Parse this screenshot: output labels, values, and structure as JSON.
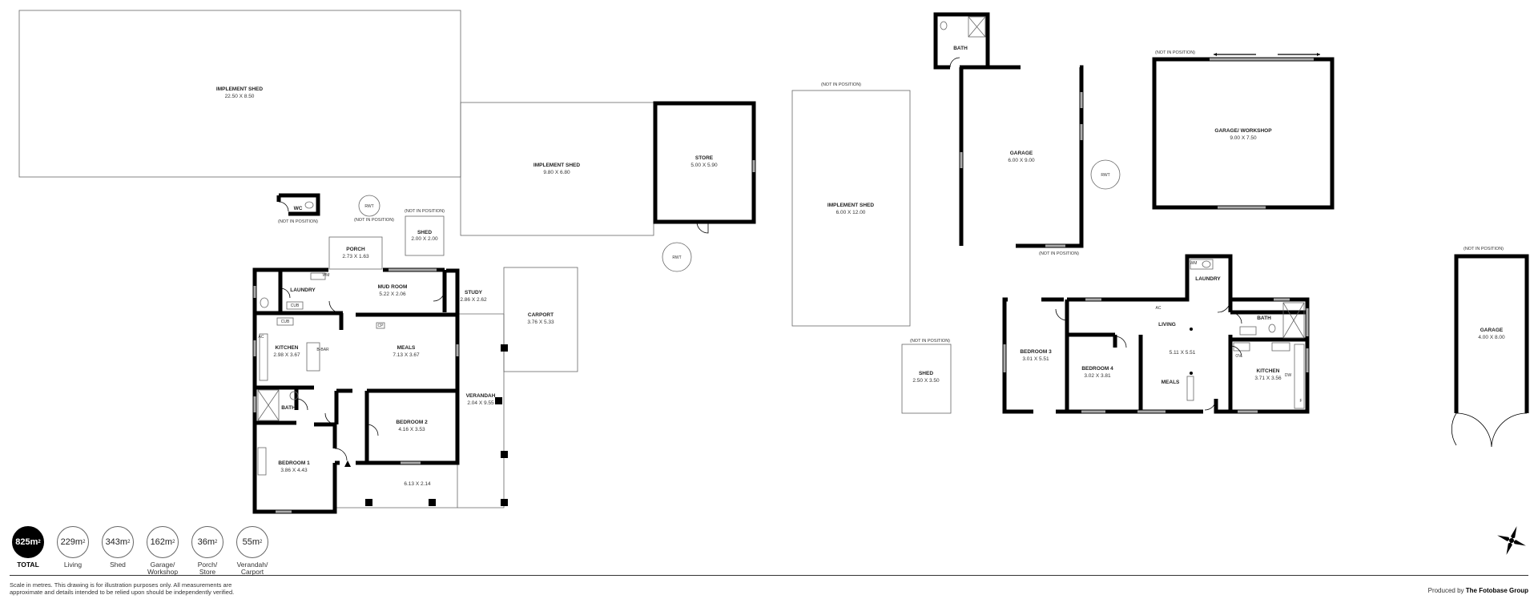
{
  "rooms": {
    "implement_shed_1": {
      "name": "IMPLEMENT SHED",
      "dims": "22.50 X 8.50"
    },
    "implement_shed_2": {
      "name": "IMPLEMENT SHED",
      "dims": "9.80 X 6.80"
    },
    "store": {
      "name": "STORE",
      "dims": "5.00 X 5.90"
    },
    "implement_shed_3": {
      "name": "IMPLEMENT SHED",
      "dims": "6.00 X 12.00"
    },
    "bath_shed": {
      "name": "BATH"
    },
    "garage_1": {
      "name": "GARAGE",
      "dims": "6.00 X 9.00"
    },
    "garage_workshop": {
      "name": "GARAGE/ WORKSHOP",
      "dims": "9.00 X 7.50"
    },
    "wc": {
      "name": "WC"
    },
    "shed_small": {
      "name": "SHED",
      "dims": "2.00 X 2.00"
    },
    "porch": {
      "name": "PORCH",
      "dims": "2.73 X 1.63"
    },
    "laundry_1": {
      "name": "LAUNDRY"
    },
    "mud_room": {
      "name": "MUD ROOM",
      "dims": "5.22 X 2.06"
    },
    "study": {
      "name": "STUDY",
      "dims": "2.86 X 2.62"
    },
    "carport": {
      "name": "CARPORT",
      "dims": "3.76 X 5.33"
    },
    "kitchen_1": {
      "name": "KITCHEN",
      "dims": "2.98 X 3.67"
    },
    "meals_1": {
      "name": "MEALS",
      "dims": "7.13 X 3.67"
    },
    "verandah": {
      "name": "VERANDAH",
      "dims": "2.04 X 9.55"
    },
    "bath_1": {
      "name": "BATH"
    },
    "bedroom_2": {
      "name": "BEDROOM 2",
      "dims": "4.16 X 3.53"
    },
    "bedroom_1": {
      "name": "BEDROOM 1",
      "dims": "3.86 X 4.43"
    },
    "deck": {
      "dims": "6.13 X 2.14"
    },
    "shed_2": {
      "name": "SHED",
      "dims": "2.50 X 3.50"
    },
    "laundry_2": {
      "name": "LAUNDRY"
    },
    "living": {
      "name": "LIVING",
      "dims": "5.11 X 5.51"
    },
    "meals_2": {
      "name": "MEALS"
    },
    "bath_2": {
      "name": "BATH"
    },
    "bedroom_3": {
      "name": "BEDROOM 3",
      "dims": "3.01 X 5.51"
    },
    "bedroom_4": {
      "name": "BEDROOM 4",
      "dims": "3.02 X 3.81"
    },
    "kitchen_2": {
      "name": "KITCHEN",
      "dims": "3.71 X 3.56"
    },
    "garage_2": {
      "name": "GARAGE",
      "dims": "4.00 X 8.00"
    }
  },
  "notes": {
    "not_in_position": "(NOT IN POSITION)",
    "rwt": "RWT",
    "wm": "WM",
    "cub": "CUB",
    "cp": "CP",
    "bbar": "B-BAR",
    "ac": "AC",
    "ov": "OV",
    "dw": "DW",
    "f": "F"
  },
  "areas": [
    {
      "value": "825",
      "unit": "m",
      "sup": "2",
      "caption": "TOTAL"
    },
    {
      "value": "229",
      "unit": "m",
      "sup": "2",
      "caption": "Living"
    },
    {
      "value": "343",
      "unit": "m",
      "sup": "2",
      "caption": "Shed"
    },
    {
      "value": "162",
      "unit": "m",
      "sup": "2",
      "caption": "Garage/ Workshop"
    },
    {
      "value": "36",
      "unit": "m",
      "sup": "2",
      "caption": "Porch/ Store"
    },
    {
      "value": "55",
      "unit": "m",
      "sup": "2",
      "caption": "Verandah/ Carport"
    }
  ],
  "footer": {
    "disclaimer": "Scale in metres. This drawing is for illustration purposes only. All measurements are approximate and details intended to be relied upon should be independently verified.",
    "produced_by": "Produced by",
    "company": "The Fotobase Group"
  }
}
